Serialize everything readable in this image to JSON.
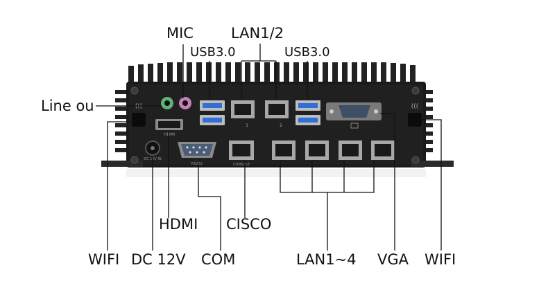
{
  "labels": {
    "mic": "MIC",
    "lan12": "LAN1/2",
    "usb_left": "USB3.0",
    "usb_right": "USB3.0",
    "line_out": "Line ou",
    "hdmi": "HDMI",
    "cisco": "CISCO",
    "wifi_left": "WIFI",
    "dc": "DC 12V",
    "com": "COM",
    "lan14": "LAN1~4",
    "vga": "VGA",
    "wifi_right": "WIFI"
  },
  "device_markings": {
    "hdmi_text": "HDMI",
    "dc_text": "DC 12V IN",
    "com_text": "RS232",
    "cisco_text": "CONSOLE",
    "lan_a": "1",
    "lan_b": "2"
  },
  "colors": {
    "chassis": "#1b1b1b",
    "fin": "#262626",
    "green_jack": "#5fb37a",
    "pink_jack": "#c77fb6",
    "usb_blue": "#2f6fd6",
    "line": "#111111"
  }
}
